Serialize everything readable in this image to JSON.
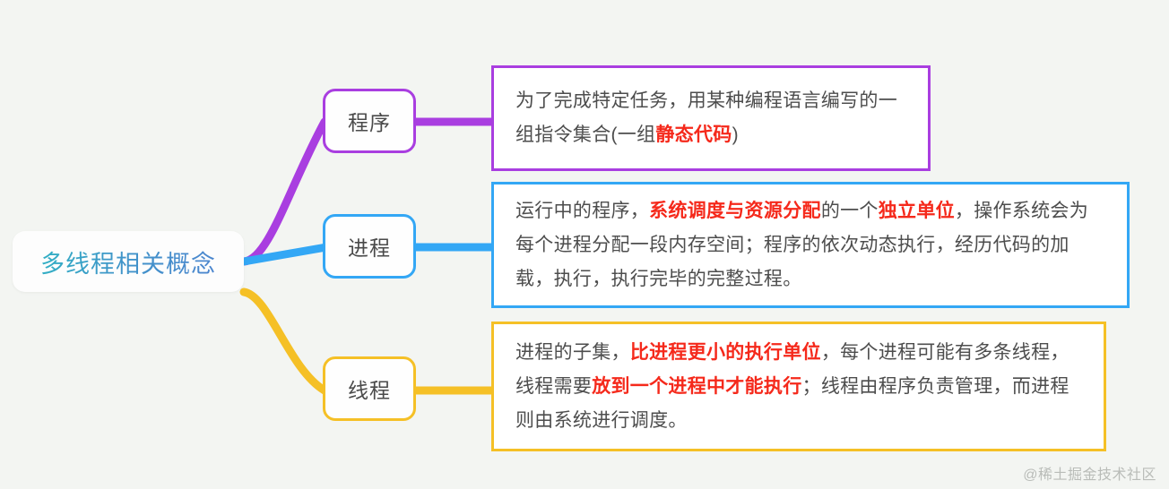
{
  "diagram": {
    "type": "mindmap",
    "background_color": "#f3f5f2",
    "root": {
      "label": "多线程相关概念",
      "text_gradient_from": "#31b0c4",
      "text_gradient_to": "#4d86cf"
    },
    "branches": [
      {
        "id": "program",
        "node_label": "程序",
        "color": "#a93ee0",
        "detail_segments": [
          {
            "text": "为了完成特定任务，用某种编程语言编写的一组指令集合(一组",
            "highlight": false
          },
          {
            "text": "静态代码",
            "highlight": true
          },
          {
            "text": ")",
            "highlight": false
          }
        ],
        "detail_plain": "为了完成特定任务，用某种编程语言编写的一组指令集合(一组静态代码)"
      },
      {
        "id": "process",
        "node_label": "进程",
        "color": "#33a7f5",
        "detail_segments": [
          {
            "text": "运行中的程序，",
            "highlight": false
          },
          {
            "text": "系统调度与资源分配",
            "highlight": true
          },
          {
            "text": "的一个",
            "highlight": false
          },
          {
            "text": "独立单位",
            "highlight": true
          },
          {
            "text": "，操作系统会为每个进程分配一段内存空间；程序的依次动态执行，经历代码的加载，执行，执行完毕的完整过程。",
            "highlight": false
          }
        ],
        "detail_plain": "运行中的程序，系统调度与资源分配的一个独立单位，操作系统会为每个进程分配一段内存空间；程序的依次动态执行，经历代码的加载，执行，执行完毕的完整过程。"
      },
      {
        "id": "thread",
        "node_label": "线程",
        "color": "#f5c026",
        "detail_segments": [
          {
            "text": "进程的子集，",
            "highlight": false
          },
          {
            "text": "比进程更小的执行单位",
            "highlight": true
          },
          {
            "text": "，每个进程可能有多条线程，线程需要",
            "highlight": false
          },
          {
            "text": "放到一个进程中才能执行",
            "highlight": true
          },
          {
            "text": "；线程由程序负责管理，而进程则由系统进行调度。",
            "highlight": false
          }
        ],
        "detail_plain": "进程的子集，比进程更小的执行单位，每个进程可能有多条线程，线程需要放到一个进程中才能执行；线程由程序负责管理，而进程则由系统进行调度。"
      }
    ],
    "highlight_color": "#f5291b",
    "watermark": "@稀土掘金技术社区"
  }
}
